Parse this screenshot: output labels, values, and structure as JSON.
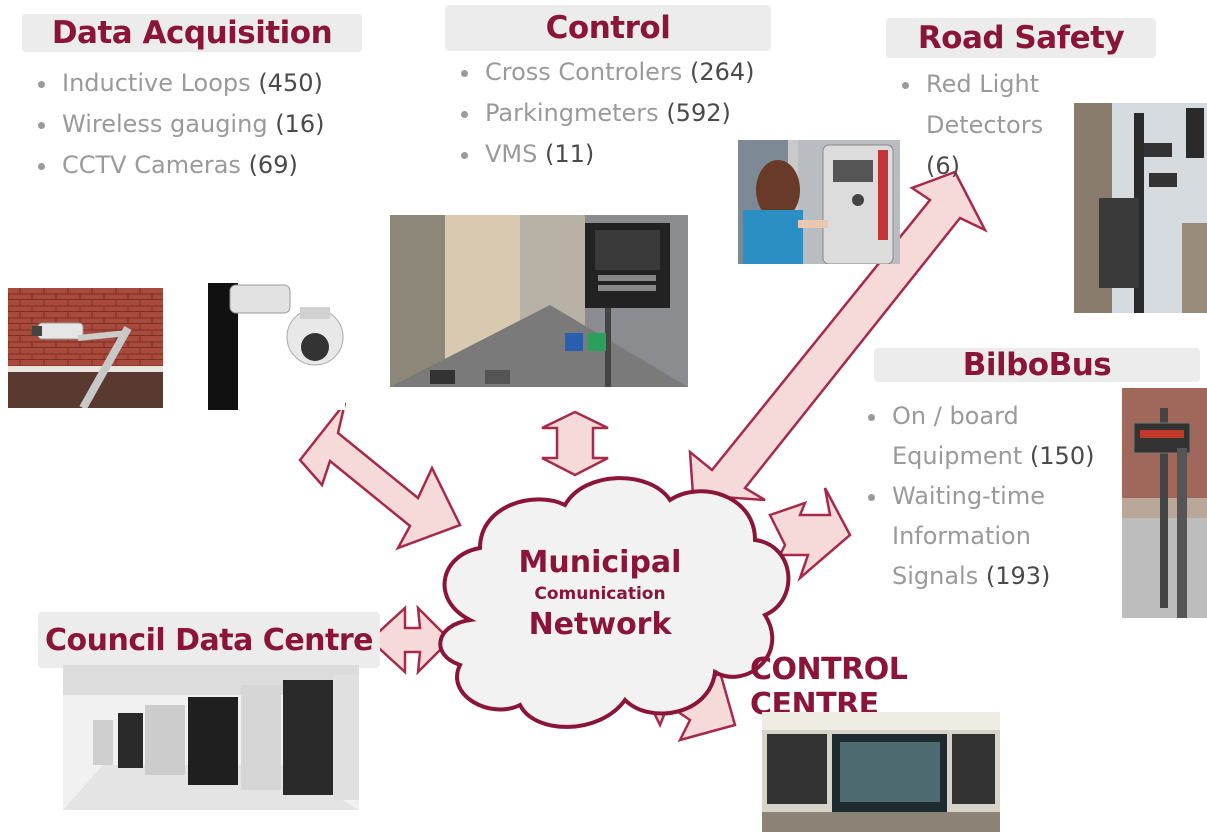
{
  "sections": {
    "data_acquisition": {
      "title": "Data Acquisition",
      "items": [
        {
          "label": "Inductive Loops",
          "count": "(450)"
        },
        {
          "label": "Wireless gauging",
          "count": "(16)"
        },
        {
          "label": "CCTV  Cameras",
          "count": "(69)"
        }
      ]
    },
    "control": {
      "title": "Control",
      "items": [
        {
          "label": "Cross Controlers",
          "count": "(264)"
        },
        {
          "label": "Parkingmeters",
          "count": "(592)"
        },
        {
          "label": "VMS",
          "count": "(11)"
        }
      ]
    },
    "road_safety": {
      "title": "Road Safety",
      "item_line1": "Red Light",
      "item_line2": "Detectors",
      "item_count": "(6)"
    },
    "bilbobus": {
      "title": "BilboBus",
      "item1_line1": "On / board",
      "item1_line2": "Equipment",
      "item1_count": "(150)",
      "item2_line1": "Waiting-time",
      "item2_line2": "Information",
      "item2_line3": "Signals",
      "item2_count": "(193)"
    },
    "council_data_centre": {
      "title": "Council Data Centre"
    },
    "control_centre": {
      "title": "CONTROL CENTRE"
    }
  },
  "cloud": {
    "line1": "Municipal",
    "line2": "Comunication",
    "line3": "Network"
  },
  "colors": {
    "accent": "#8a1538",
    "text_grey": "#9a9a9a",
    "header_bg": "#ececec",
    "arrow_fill": "#f6dada"
  }
}
